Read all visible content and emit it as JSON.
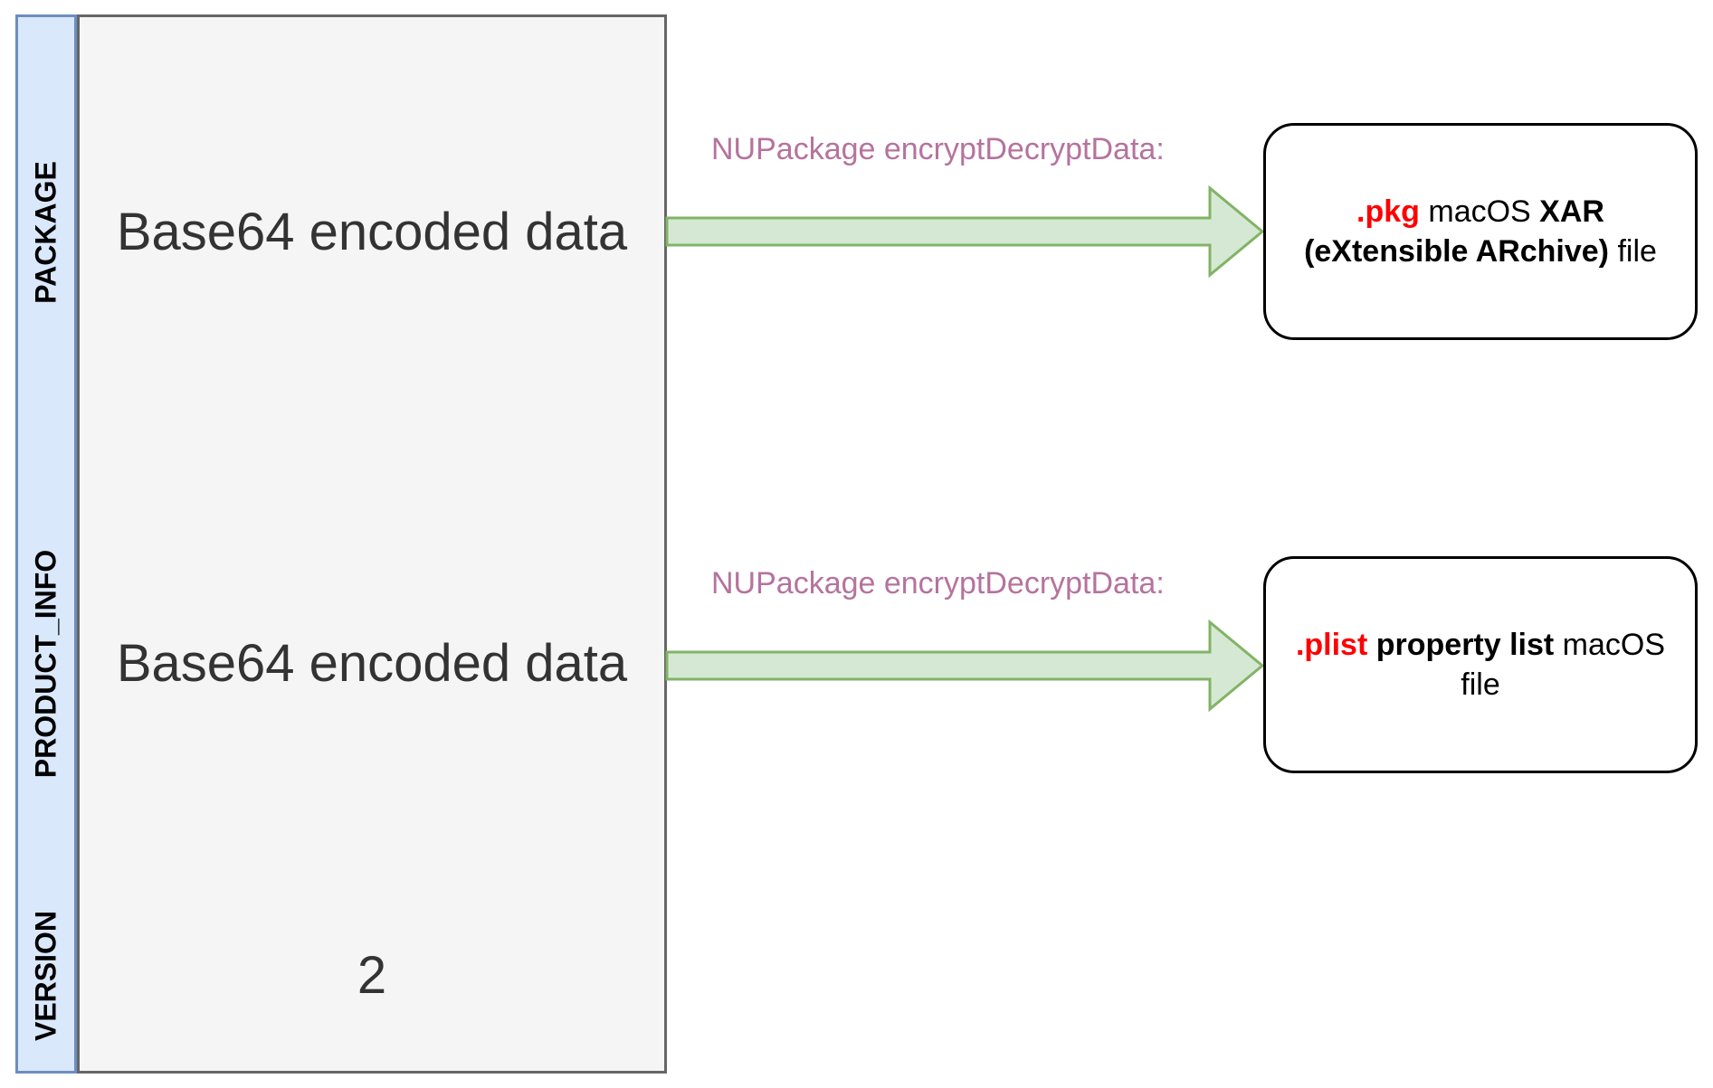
{
  "rows": [
    {
      "header": "PACKAGE",
      "value": "Base64 encoded data"
    },
    {
      "header": "PRODUCT_INFO",
      "value": "Base64 encoded data"
    },
    {
      "header": "VERSION",
      "value": "2"
    }
  ],
  "arrows": [
    {
      "label": "NUPackage encryptDecryptData:"
    },
    {
      "label": "NUPackage encryptDecryptData:"
    }
  ],
  "targets": {
    "pkg": {
      "ext": ".pkg",
      "text1": " macOS ",
      "bold1": "XAR",
      "bold2": "(eXtensible ARchive)",
      "text2": " file"
    },
    "plist": {
      "ext": ".plist",
      "bold1": " property list",
      "text1": " macOS file"
    }
  },
  "colors": {
    "header_fill": "#dae8fc",
    "header_border": "#6c8ebf",
    "cell_fill": "#f5f5f5",
    "cell_border": "#666666",
    "arrow_fill": "#d5e8d4",
    "arrow_border": "#82b366",
    "label_color": "#b5739d",
    "extension_color": "#ff0000"
  }
}
